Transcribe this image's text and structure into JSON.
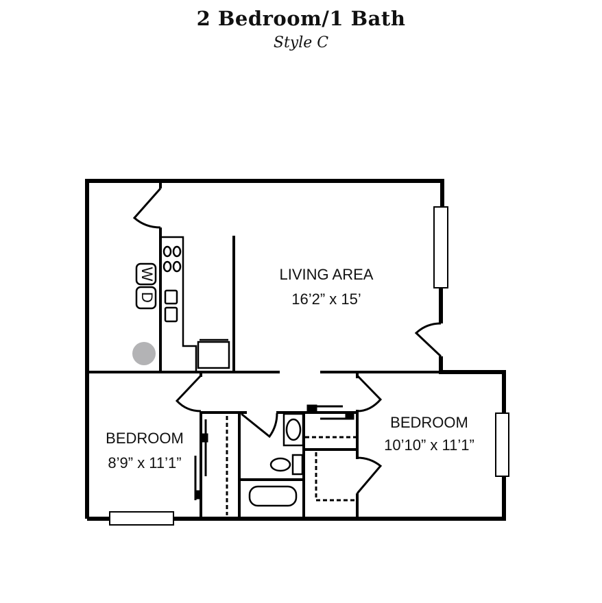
{
  "header": {
    "title": "2 Bedroom/1 Bath",
    "subtitle": "Style C"
  },
  "rooms": {
    "living": {
      "name": "LIVING AREA",
      "size": "16’2” x 15’"
    },
    "bedroom_left": {
      "name": "BEDROOM",
      "size": "8’9” x 11’1”"
    },
    "bedroom_right": {
      "name": "BEDROOM",
      "size": "10’10” x 11’1”"
    }
  },
  "appliances": {
    "washer": "W",
    "dryer": "D"
  },
  "colors": {
    "wall": "#000000",
    "water_heater": "#b3b3b5"
  }
}
